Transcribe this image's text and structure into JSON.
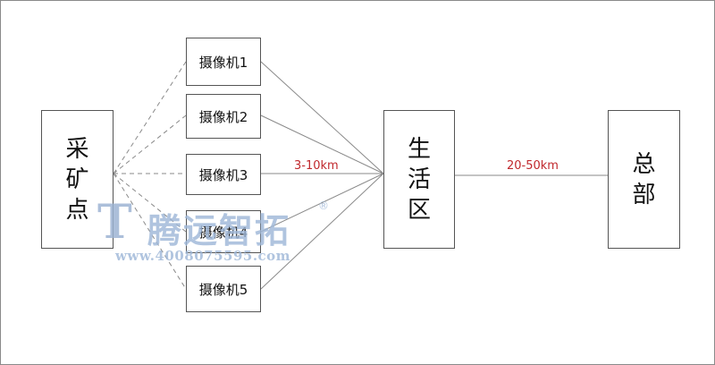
{
  "nodes": {
    "mining_site": [
      "采",
      "矿",
      "点"
    ],
    "living_area": [
      "生",
      "活",
      "区"
    ],
    "headquarters": [
      "总",
      "部"
    ],
    "cameras": [
      "摄像机1",
      "摄像机2",
      "摄像机3",
      "摄像机4",
      "摄像机5"
    ]
  },
  "links": {
    "camera_to_living": "3-10km",
    "living_to_hq": "20-50km"
  },
  "watermark": {
    "glyph": "T",
    "name": "腾远智拓",
    "registered": "®",
    "url": "www.4008075595.com"
  },
  "colors": {
    "distance_label": "#c0282d",
    "watermark": "#9fb8d8"
  }
}
